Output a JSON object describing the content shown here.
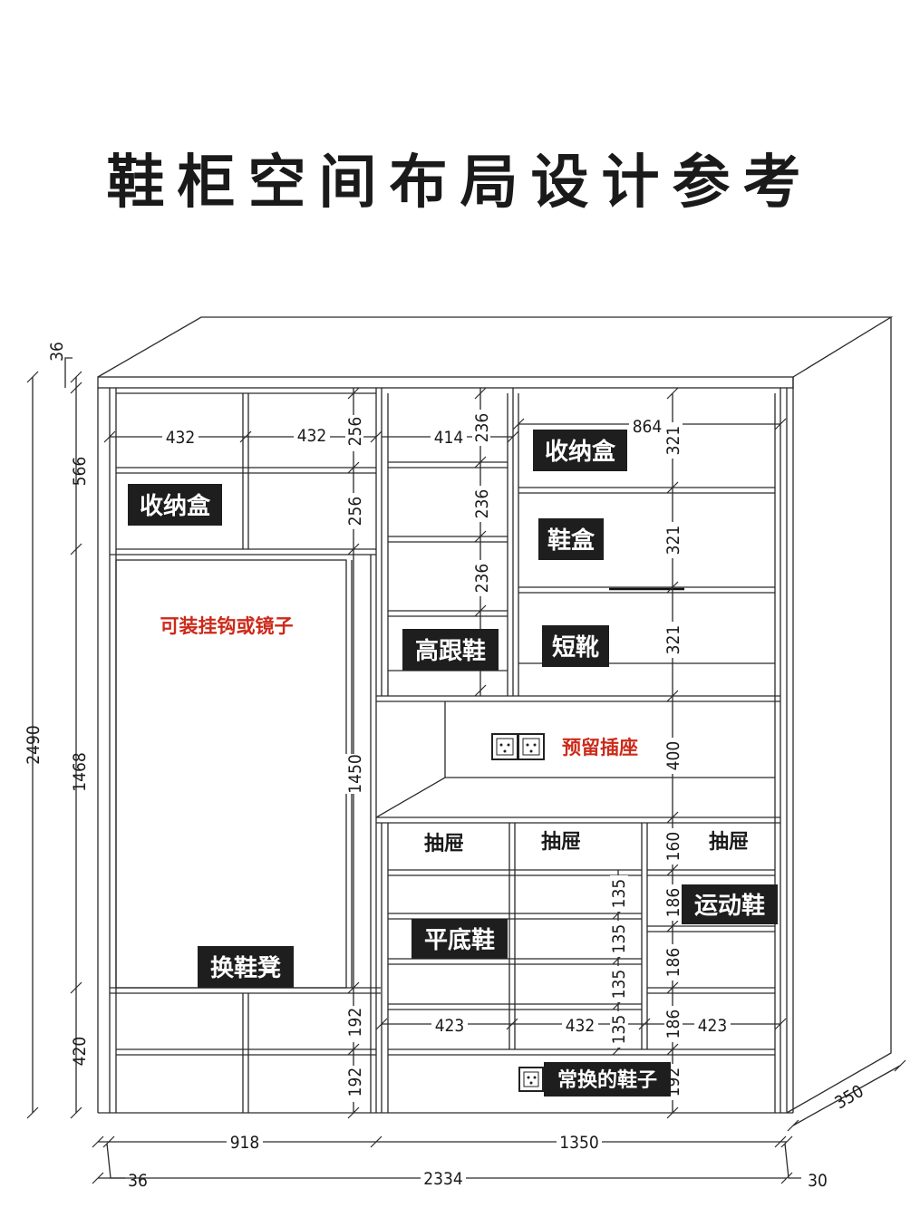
{
  "title": "鞋柜空间布局设计参考",
  "labels": {
    "storage_box_left": "收纳盒",
    "storage_box_right": "收纳盒",
    "shoe_box": "鞋盒",
    "high_heels": "高跟鞋",
    "short_boots": "短靴",
    "hook_mirror": "可装挂钩或镜子",
    "reserved_socket": "预留插座",
    "drawer_1": "抽屉",
    "drawer_2": "抽屉",
    "drawer_3": "抽屉",
    "sneakers": "运动鞋",
    "flats": "平底鞋",
    "bench": "换鞋凳",
    "daily_shoes": "常换的鞋子"
  },
  "dimensions": {
    "total_height": "2490",
    "top_thickness": "36",
    "left_upper": "566",
    "left_middle": "1468",
    "left_lower": "420",
    "w432_a": "432",
    "w432_b": "432",
    "w414": "414",
    "w864": "864",
    "h256_a": "256",
    "h256_b": "256",
    "h236_a": "236",
    "h236_b": "236",
    "h236_c": "236",
    "h321_a": "321",
    "h321_b": "321",
    "h321_c": "321",
    "h1450": "1450",
    "h400": "400",
    "h160": "160",
    "h186_a": "186",
    "h186_b": "186",
    "h186_c": "186",
    "h135_a": "135",
    "h135_b": "135",
    "h135_c": "135",
    "h135_d": "135",
    "h192_a": "192",
    "h192_b": "192",
    "h192_c": "192",
    "w423_a": "423",
    "w432_c": "432",
    "w423_b": "423",
    "bottom_918": "918",
    "bottom_1350": "1350",
    "bottom_2334": "2334",
    "bottom_36": "36",
    "bottom_30": "30",
    "depth_350": "350"
  }
}
